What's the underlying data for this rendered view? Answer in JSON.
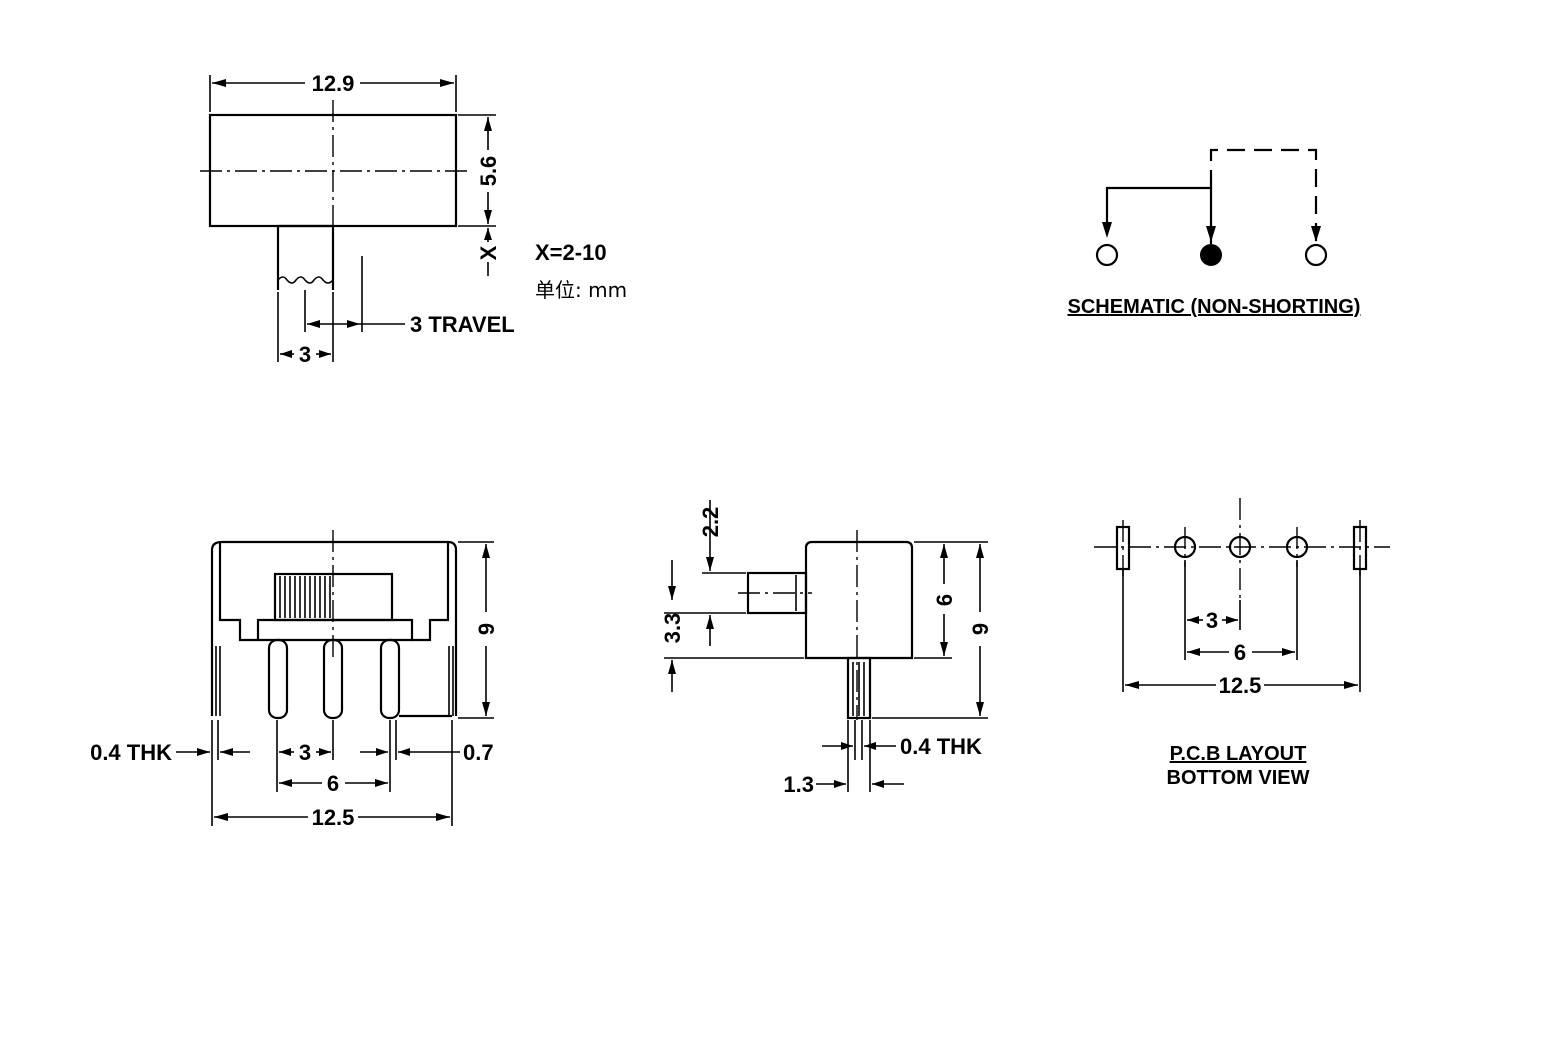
{
  "top_view": {
    "width": "12.9",
    "height": "5.6",
    "actuator": "X",
    "actuator_width": "3",
    "travel": "3 TRAVEL"
  },
  "notes": {
    "x_range": "X=2-10",
    "unit": "单位: mm"
  },
  "schematic": {
    "title": "SCHEMATIC (NON-SHORTING)"
  },
  "front_view": {
    "height": "9",
    "thickness": "0.4 THK",
    "pin_pitch": "3",
    "pin_span": "6",
    "overall": "12.5",
    "pin_width": "0.7"
  },
  "side_view": {
    "actuator_len": "2.2",
    "actuator_h": "3.3",
    "body_h": "6",
    "total_h": "9",
    "thickness": "0.4 THK",
    "pin_w": "1.3"
  },
  "pcb": {
    "pitch": "3",
    "span": "6",
    "overall": "12.5",
    "title_line1": "P.C.B LAYOUT",
    "title_line2": "BOTTOM VIEW"
  }
}
